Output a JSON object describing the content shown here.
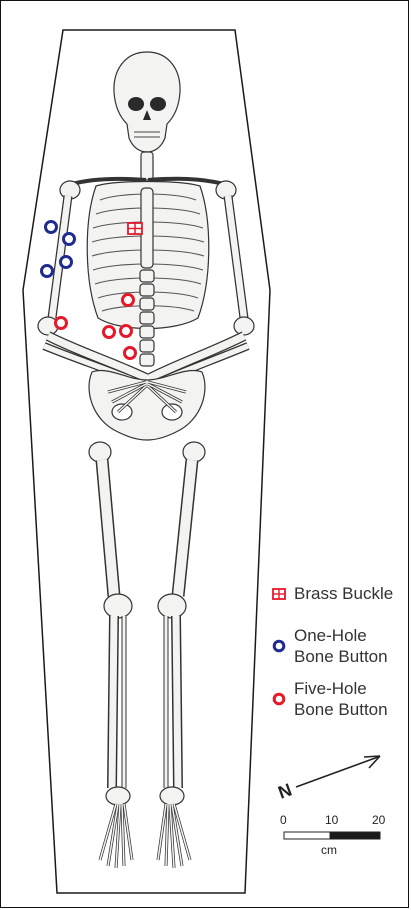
{
  "colors": {
    "one_hole": "#1f2b8f",
    "five_hole": "#e5192a",
    "buckle": "#e5192a",
    "bone": "#f3f3f1",
    "outline": "#1a1a1a"
  },
  "legend": {
    "buckle_label": "Brass Buckle",
    "one_hole_label": "One-Hole\nBone Button",
    "five_hole_label": "Five-Hole\nBone Button"
  },
  "north": {
    "label": "N"
  },
  "scale": {
    "ticks": [
      "0",
      "10",
      "20"
    ],
    "unit": "cm"
  },
  "finds": {
    "one_hole_buttons": 4,
    "five_hole_buttons": 5,
    "brass_buckles": 1
  }
}
